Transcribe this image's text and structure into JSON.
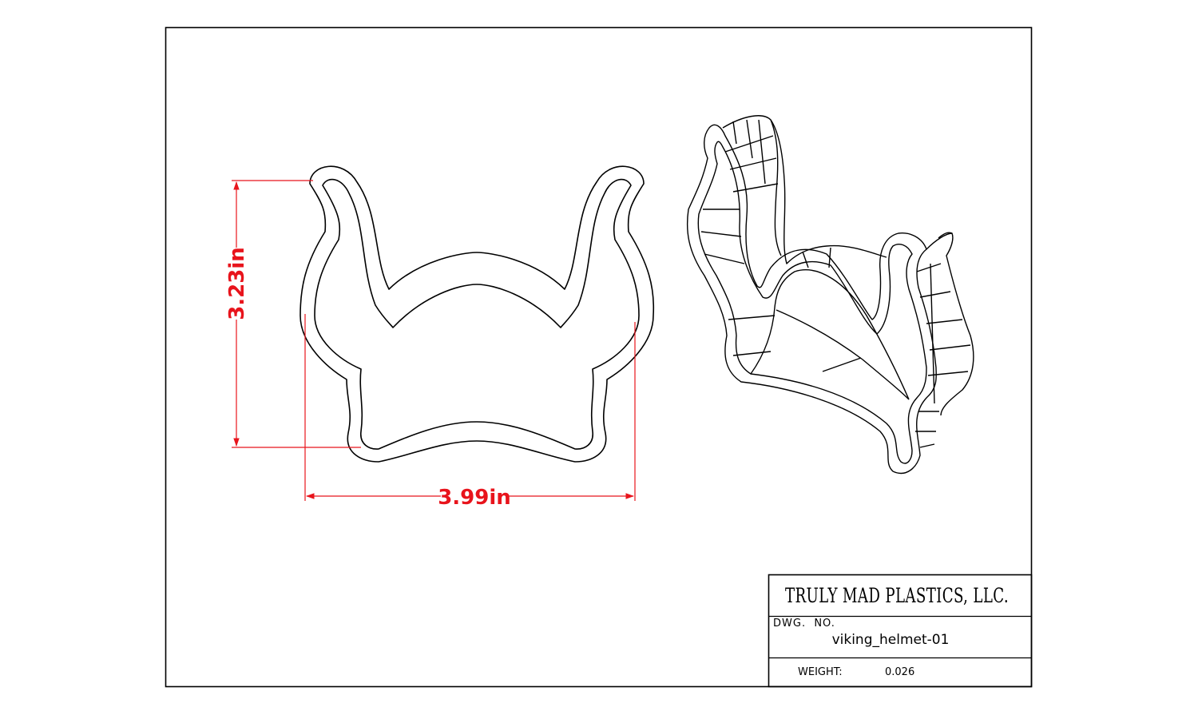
{
  "dimensions": {
    "height": "3.23in",
    "width": "3.99in"
  },
  "title_block": {
    "company": "TRULY MAD PLASTICS, LLC.",
    "drawing_number_label": "DWG.  NO.",
    "drawing_number": "viking_helmet-01",
    "weight_label": "WEIGHT:",
    "weight_value": "0.026"
  },
  "colors": {
    "line": "#000000",
    "dimension": "#e8141c",
    "background": "#ffffff"
  }
}
